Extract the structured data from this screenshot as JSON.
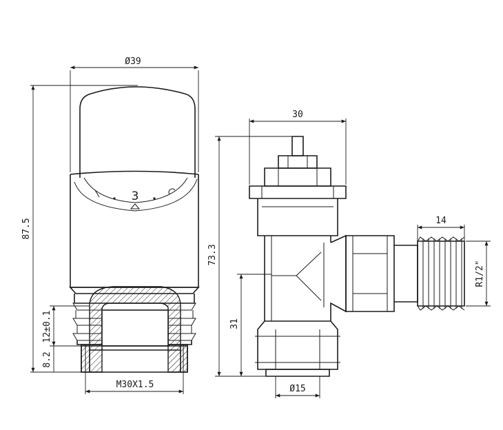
{
  "dimensions": {
    "head_diameter": "Ø39",
    "overall_height": "87.5",
    "thread_depth_a": "12±0.1",
    "thread_depth_b": "8.2",
    "connection_thread": "M30X1.5",
    "valve_width": "30",
    "valve_height": "73.3",
    "inlet_height": "31",
    "outlet_length": "14",
    "outlet_thread": "R1/2\"",
    "pipe_diameter": "Ø15"
  },
  "scale": {
    "setting": "3"
  }
}
